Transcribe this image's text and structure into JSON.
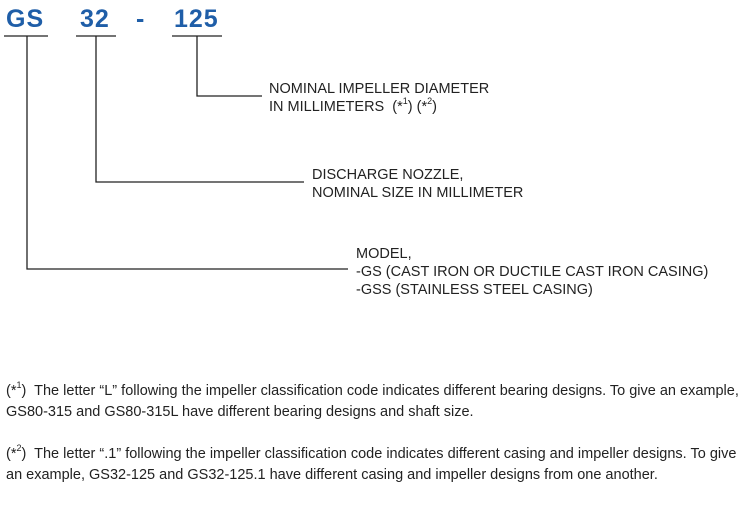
{
  "code": {
    "model": "GS",
    "nozzle": "32",
    "dash": "-",
    "impeller": "125",
    "color": "#1f5ea8"
  },
  "labels": {
    "impeller": {
      "line1": "NOMINAL IMPELLER DIAMETER",
      "line2_text": "IN MILLIMETERS",
      "ref1_open": "(*",
      "ref1_num": "1",
      "ref1_close": ")",
      "ref2_open": "(*",
      "ref2_num": "2",
      "ref2_close": ")"
    },
    "nozzle": {
      "line1": "DISCHARGE NOZZLE,",
      "line2": "NOMINAL SIZE IN MILLIMETER"
    },
    "model": {
      "line1": "MODEL,",
      "line2": "-GS (CAST IRON OR  DUCTILE CAST IRON CASING)",
      "line3": "-GSS (STAINLESS STEEL CASING)"
    }
  },
  "notes": [
    {
      "marker_open": "(*",
      "marker_num": "1",
      "marker_close": ")",
      "text": "The letter “L” following the impeller classification code indicates different bearing designs. To give an example, GS80-315 and GS80-315L have different bearing designs and shaft size."
    },
    {
      "marker_open": "(*",
      "marker_num": "2",
      "marker_close": ")",
      "text": "The letter “.1” following the impeller classification code indicates different casing and impeller designs. To give an example, GS32-125 and GS32-125.1 have different casing and impeller designs from one another."
    }
  ]
}
